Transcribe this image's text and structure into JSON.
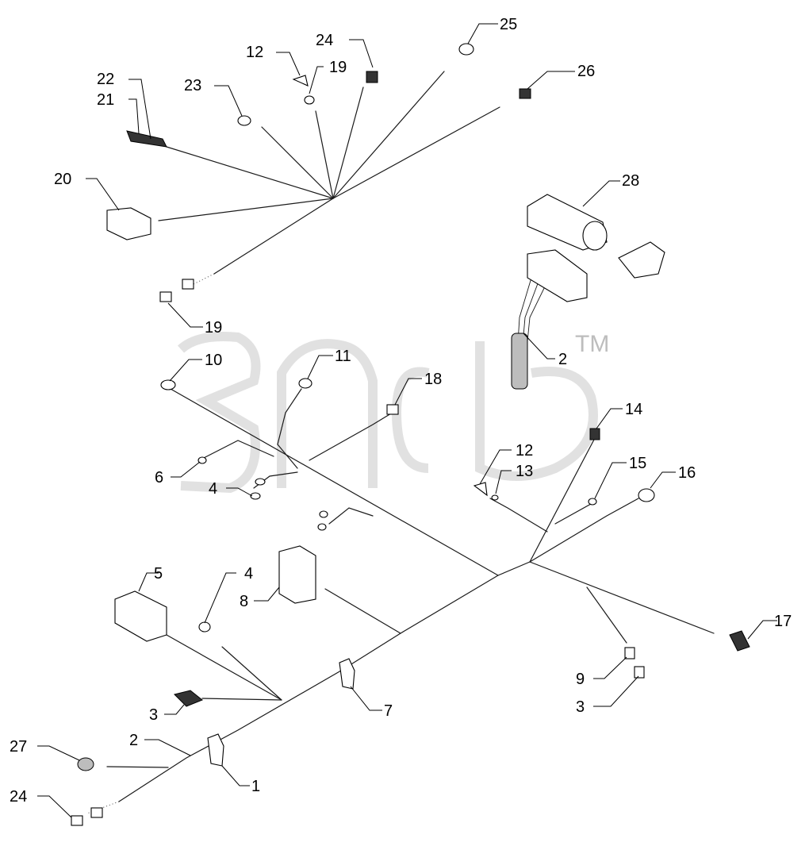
{
  "callouts": [
    {
      "id": "c25",
      "label": "25"
    },
    {
      "id": "c24a",
      "label": "24"
    },
    {
      "id": "c12a",
      "label": "12"
    },
    {
      "id": "c19a",
      "label": "19"
    },
    {
      "id": "c26",
      "label": "26"
    },
    {
      "id": "c22",
      "label": "22"
    },
    {
      "id": "c21",
      "label": "21"
    },
    {
      "id": "c23",
      "label": "23"
    },
    {
      "id": "c20",
      "label": "20"
    },
    {
      "id": "c28",
      "label": "28"
    },
    {
      "id": "c19b",
      "label": "19"
    },
    {
      "id": "c10",
      "label": "10"
    },
    {
      "id": "c11",
      "label": "11"
    },
    {
      "id": "c18",
      "label": "18"
    },
    {
      "id": "c2a",
      "label": "2"
    },
    {
      "id": "c14",
      "label": "14"
    },
    {
      "id": "c12b",
      "label": "12"
    },
    {
      "id": "c13",
      "label": "13"
    },
    {
      "id": "c15",
      "label": "15"
    },
    {
      "id": "c16",
      "label": "16"
    },
    {
      "id": "c6",
      "label": "6"
    },
    {
      "id": "c4a",
      "label": "4"
    },
    {
      "id": "c5",
      "label": "5"
    },
    {
      "id": "c4b",
      "label": "4"
    },
    {
      "id": "c8",
      "label": "8"
    },
    {
      "id": "c17",
      "label": "17"
    },
    {
      "id": "c9",
      "label": "9"
    },
    {
      "id": "c3a",
      "label": "3"
    },
    {
      "id": "c3b",
      "label": "3"
    },
    {
      "id": "c7",
      "label": "7"
    },
    {
      "id": "c27",
      "label": "27"
    },
    {
      "id": "c2b",
      "label": "2"
    },
    {
      "id": "c1",
      "label": "1"
    },
    {
      "id": "c24b",
      "label": "24"
    }
  ],
  "watermark": {
    "trademark": "TM"
  }
}
